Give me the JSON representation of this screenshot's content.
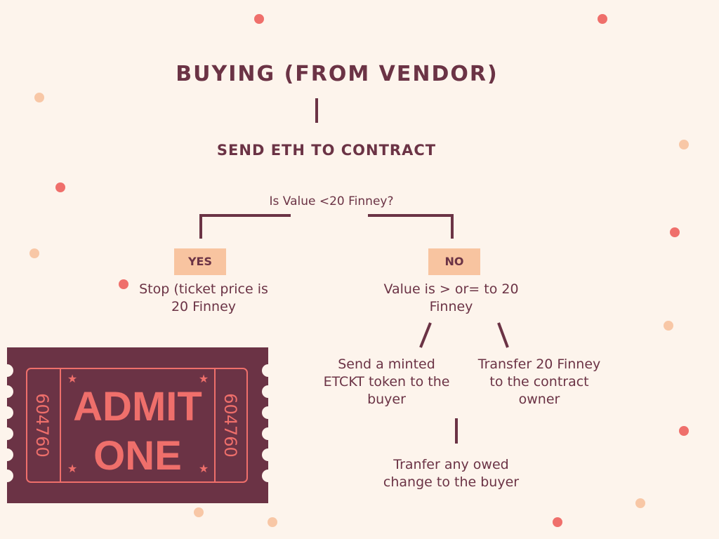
{
  "colors": {
    "background": "#fdf4ec",
    "primary": "#6b3345",
    "badge": "#f8c4a0",
    "accent_red": "#ef6f6b",
    "accent_peach": "#f8c7a6"
  },
  "title": "BUYING (FROM VENDOR)",
  "step1": "SEND ETH TO CONTRACT",
  "question": "Is Value <20 Finney?",
  "yes_label": "YES",
  "no_label": "NO",
  "yes_result": "Stop (ticket price is 20 Finney",
  "no_result": "Value is > or= to 20 Finney",
  "mint_step": "Send a minted ETCKT token to the buyer",
  "transfer_step": "Transfer 20 Finney to the contract owner",
  "change_step": "Tranfer any owed change to the buyer",
  "ticket": {
    "line1": "ADMIT",
    "line2": "ONE",
    "serial": "604760"
  }
}
